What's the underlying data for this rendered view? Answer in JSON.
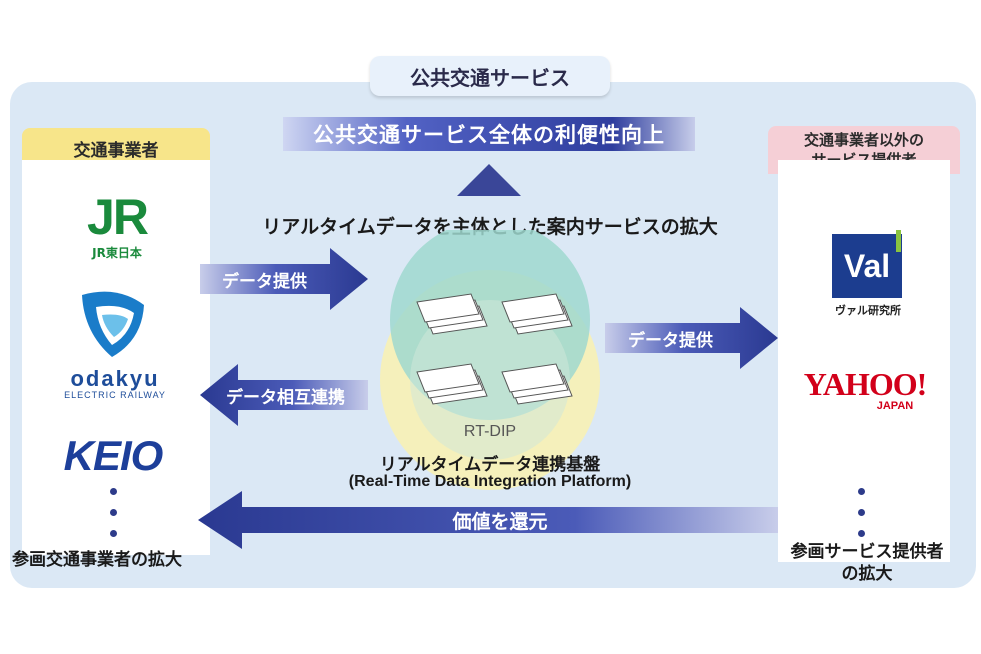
{
  "top_title": "公共交通サービス",
  "banner": "公共交通サービス全体の利便性向上",
  "subtitle": "リアルタイムデータを主体とした案内サービスの拡大",
  "left": {
    "label": "交通事業者",
    "logos": {
      "jr_main": "JR",
      "jr_sub": "JR東日本",
      "odakyu_main": "odakyu",
      "odakyu_sub": "ELECTRIC RAILWAY",
      "keio": "KEIO"
    },
    "footer": "参画交通事業者の拡大"
  },
  "right": {
    "label": "交通事業者以外の\nサービス提供者",
    "logos": {
      "val_main": "Val",
      "val_sub": "ヴァル研究所",
      "yahoo_main": "YAHOO!",
      "yahoo_sub": "JAPAN"
    },
    "footer": "参画サービス提供者\nの拡大"
  },
  "arrows": {
    "left_provide": "データ提供",
    "left_mutual": "データ相互連携",
    "right_provide": "データ提供",
    "value_return": "価値を還元"
  },
  "platform": {
    "short": "RT-DIP",
    "name_jp": "リアルタイムデータ連携基盤",
    "name_en": "(Real-Time Data Integration Platform)"
  },
  "colors": {
    "panel": "#dbe8f5",
    "navy": "#2d3b8a",
    "teal_circle": "#9fd8cf",
    "yellow_circle": "#f7f1b5",
    "left_label": "#f7e58a",
    "right_label": "#f5cfd6",
    "jr_green": "#1a8a3c",
    "keio_blue": "#1d3f9a",
    "yahoo_red": "#d2001a"
  }
}
